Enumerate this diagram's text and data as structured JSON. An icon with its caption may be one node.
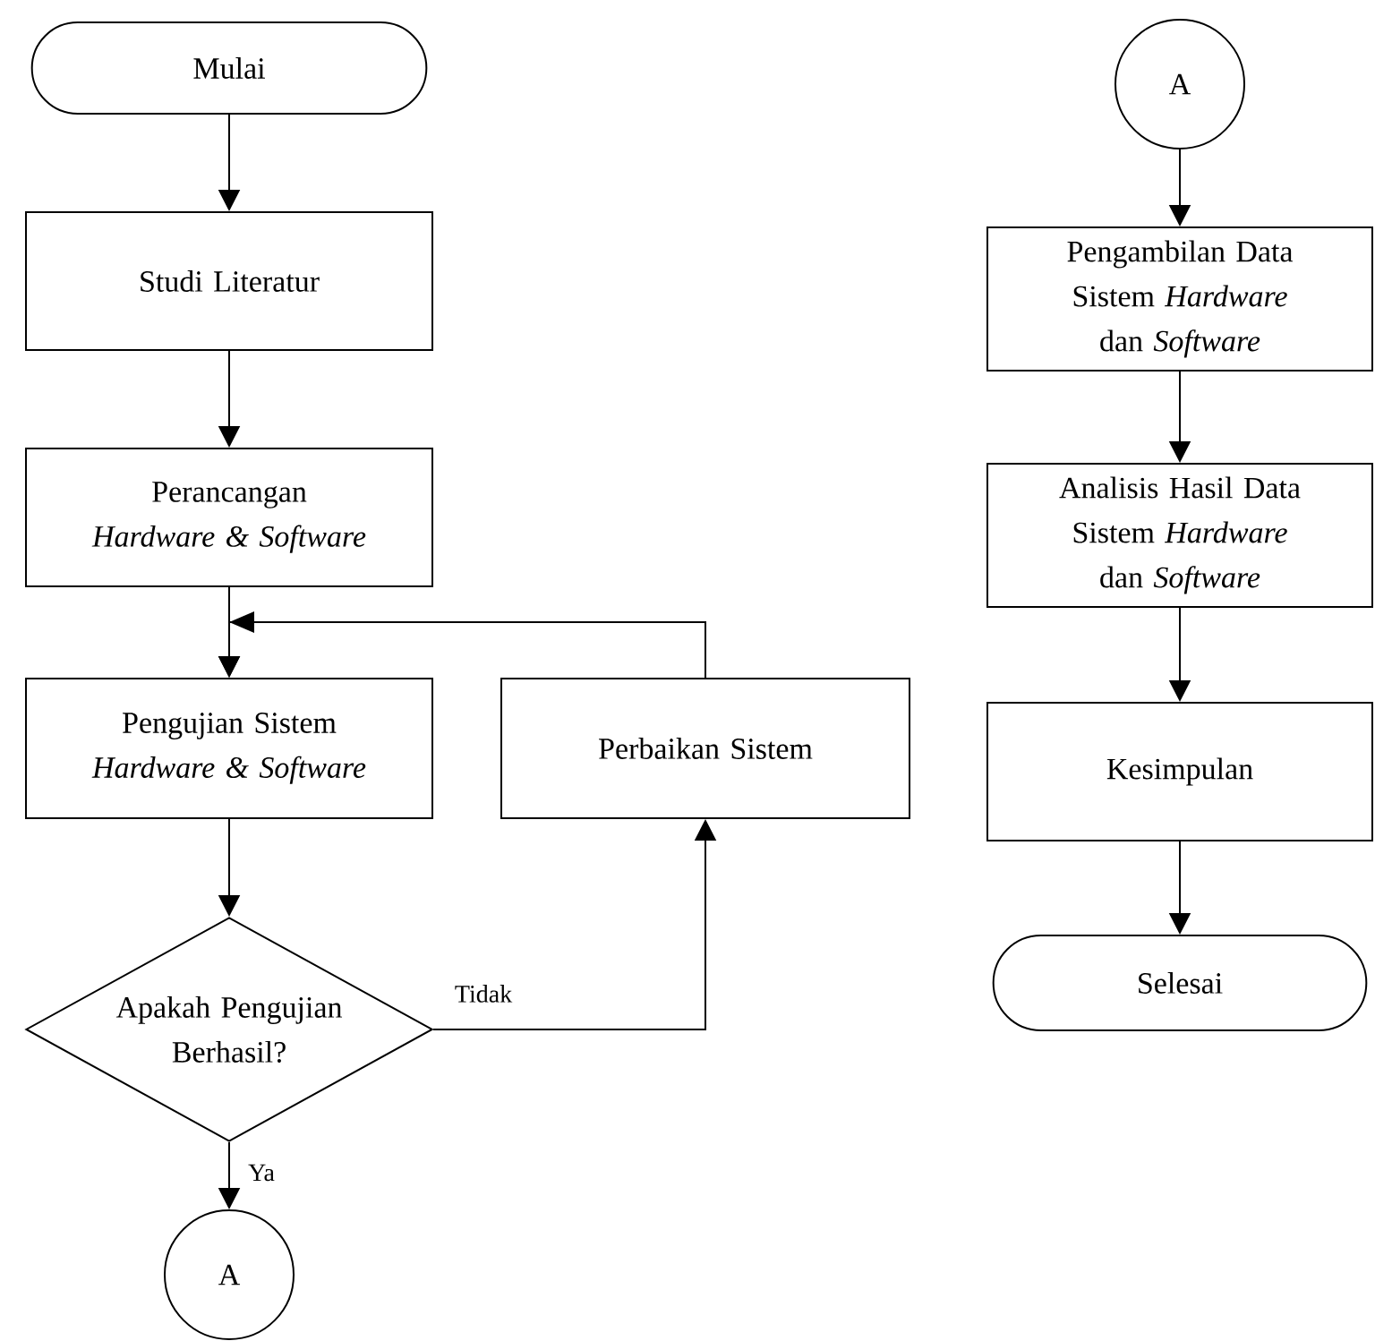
{
  "diagram": {
    "nodes": [
      {
        "text": [
          "Mulai"
        ]
      },
      {
        "text": [
          "Studi Literatur"
        ]
      },
      {
        "text": [
          "Perancangan *Hardware & Software*"
        ]
      },
      {
        "text": [
          "Pengujian Sistem *Hardware & Software*"
        ]
      },
      {
        "text": [
          "Perbaikan Sistem"
        ]
      },
      {
        "text": [
          "Apakah Pengujian Berhasil?"
        ]
      },
      {
        "text": [
          "A"
        ]
      },
      {
        "text": [
          "A"
        ]
      },
      {
        "text": [
          "Pengambilan Data Sistem *Hardware* dan *Software*"
        ]
      },
      {
        "text": [
          "Analisis Hasil Data Sistem *Hardware* dan *Software*"
        ]
      },
      {
        "text": [
          "Kesimpulan"
        ]
      },
      {
        "text": [
          "Selesai"
        ]
      }
    ],
    "edges": [
      {
        "from": 0,
        "to": 1,
        "arrow": "to"
      },
      {
        "from": 1,
        "to": 2,
        "arrow": "to"
      },
      {
        "from": 2,
        "to": 3,
        "arrow": "to"
      },
      {
        "from": 3,
        "to": 5,
        "arrow": "to"
      },
      {
        "from": 5,
        "to": 6,
        "arrow": "to",
        "label": "Ya"
      },
      {
        "from": 5,
        "to": 4,
        "arrow": "to",
        "label": "Tidak"
      },
      {
        "from": 4,
        "to": 3,
        "arrow": "to"
      },
      {
        "from": 7,
        "to": 8,
        "arrow": "to"
      },
      {
        "from": 8,
        "to": 9,
        "arrow": "to"
      },
      {
        "from": 9,
        "to": 10,
        "arrow": "to"
      },
      {
        "from": 10,
        "to": 11,
        "arrow": "to"
      }
    ]
  }
}
